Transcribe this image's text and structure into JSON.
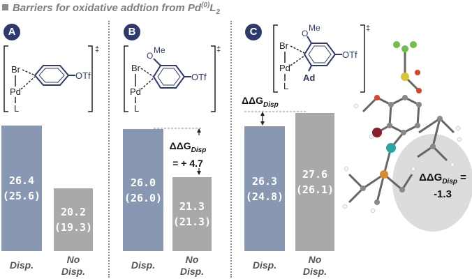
{
  "title": {
    "text": "Barriers for oxidative addtion from Pd",
    "superscript": "(0)",
    "tail": "L",
    "subscript": "2"
  },
  "panels": [
    {
      "badge": "A",
      "bar1": "26.4",
      "bar1b": "(25.6)",
      "bar2": "20.2",
      "bar2b": "(19.3)",
      "x1": "Disp.",
      "x2a": "No",
      "x2b": "Disp."
    },
    {
      "badge": "B",
      "bar1": "26.0",
      "bar1b": "(26.0)",
      "bar2": "21.3",
      "bar2b": "(21.3)",
      "x1": "Disp.",
      "x2a": "No",
      "x2b": "Disp.",
      "ddg_main": "ΔΔG",
      "ddg_sub": "Disp",
      "ddg_value": "= + 4.7"
    },
    {
      "badge": "C",
      "bar1": "26.3",
      "bar1b": "(24.8)",
      "bar2": "27.6",
      "bar2b": "(26.1)",
      "x1": "Disp.",
      "x2a": "No",
      "x2b": "Disp.",
      "ddg_main": "ΔΔG",
      "ddg_sub": "Disp",
      "bubble_main": "ΔΔG",
      "bubble_sub": "Disp",
      "bubble_eq": " =",
      "bubble_value": "-1.3"
    }
  ],
  "structures": {
    "br": "Br",
    "pd": "Pd",
    "l": "L",
    "otf": "OTf",
    "ome": "Me",
    "o": "O",
    "ad": "Ad",
    "dagger": "‡"
  },
  "colors": {
    "disp": "#8898b3",
    "nodisp": "#a9a9a9",
    "badge": "#2e3a6e",
    "ring": "#2e3a6e"
  },
  "chart_data": [
    {
      "type": "bar",
      "panel": "A",
      "categories": [
        "Disp.",
        "No Disp."
      ],
      "values": [
        26.4,
        20.2
      ],
      "values_parenthetical": [
        25.6,
        19.3
      ],
      "unit": "kcal/mol"
    },
    {
      "type": "bar",
      "panel": "B",
      "categories": [
        "Disp.",
        "No Disp."
      ],
      "values": [
        26.0,
        21.3
      ],
      "values_parenthetical": [
        26.0,
        21.3
      ],
      "annotation": "ΔΔG Disp = + 4.7"
    },
    {
      "type": "bar",
      "panel": "C",
      "categories": [
        "Disp.",
        "No Disp."
      ],
      "values": [
        26.3,
        27.6
      ],
      "values_parenthetical": [
        24.8,
        26.1
      ],
      "annotation": "ΔΔG Disp = -1.3"
    }
  ]
}
